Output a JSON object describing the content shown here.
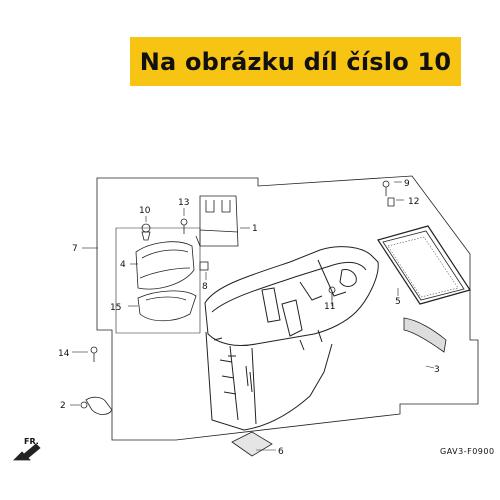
{
  "banner": {
    "text": "Na obrázku díl číslo 10",
    "color": "#f7c413"
  },
  "callouts": {
    "c1": "1",
    "c2": "2",
    "c3": "3",
    "c4": "4",
    "c5": "5",
    "c6": "6",
    "c7": "7",
    "c8": "8",
    "c9": "9",
    "c10": "10",
    "c11": "11",
    "c12": "12",
    "c13": "13",
    "c14": "14",
    "c15": "15"
  },
  "diagram_code": "GAV3-F0900",
  "front_marker": "FR."
}
